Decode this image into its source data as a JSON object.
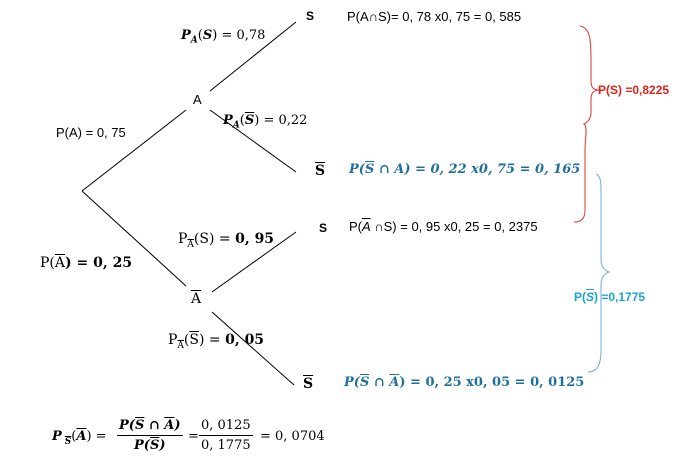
{
  "nodes": {
    "a": "A",
    "not_a": "A",
    "s_top": "S",
    "not_s_top": "S",
    "s_mid": "S",
    "not_s_bottom": "S"
  },
  "branch_labels": {
    "p_a": "P(A) = 0, 75",
    "p_not_a_prefix": "P(",
    "p_not_a_event": "A",
    "p_not_a_suffix": ") = 0, 25",
    "pa_s_P": "P",
    "pa_s_sub": "A",
    "pa_s_open": "(",
    "pa_s_event": "S",
    "pa_s_close": ") = 0,78",
    "pa_nots_P": "P",
    "pa_nots_sub": "A",
    "pa_nots_open": "(",
    "pa_nots_event": "S",
    "pa_nots_close": ") = 0,22",
    "pnota_s_P": "P",
    "pnota_s_sub": "A",
    "pnota_s_open": "(S) = ",
    "pnota_s_val": "0, 95",
    "pnota_nots_P": "P",
    "pnota_nots_sub": "A",
    "pnota_nots_open": "(",
    "pnota_nots_event": "S",
    "pnota_nots_close": ") = ",
    "pnota_nots_val": "0, 05"
  },
  "results": {
    "r1": "P(A∩S)= 0, 78 x0, 75 = 0, 585",
    "r2_prefix": "P(",
    "r2_event": "S",
    "r2_suffix": " ∩ A) = 0, 22 x0, 75 = 0, 165",
    "r3_prefix": "P(",
    "r3_event": "A",
    "r3_suffix": " ∩S) = 0, 95 x0, 25 = 0, 2375",
    "r4_prefix": "P(",
    "r4_event1": "S",
    "r4_mid": " ∩ ",
    "r4_event2": "A",
    "r4_suffix": ") = 0, 25 x0, 05 = 0, 0125"
  },
  "totals": {
    "ps": "P(S) =0,8225",
    "pnots_prefix": "P(",
    "pnots_event": "S",
    "pnots_suffix": ") =0,1775"
  },
  "bayes": {
    "P": "P",
    "sub": "S",
    "open": "(",
    "event": "A",
    "close": ") =",
    "num1_prefix": "P(",
    "num1_e1": "S",
    "num1_mid": " ∩ ",
    "num1_e2": "A",
    "num1_suffix": ")",
    "den1_prefix": "P(",
    "den1_event": "S",
    "den1_suffix": ")",
    "eq": "=",
    "num2": "0, 0125",
    "den2": "0, 1775",
    "result": "= 0, 0704"
  },
  "colors": {
    "red": "#d9261c",
    "blue": "#1aa3d6",
    "result_blue": "#1f6f9e",
    "bracket_red": "#e0443e",
    "bracket_blue": "#7fb1d8"
  }
}
